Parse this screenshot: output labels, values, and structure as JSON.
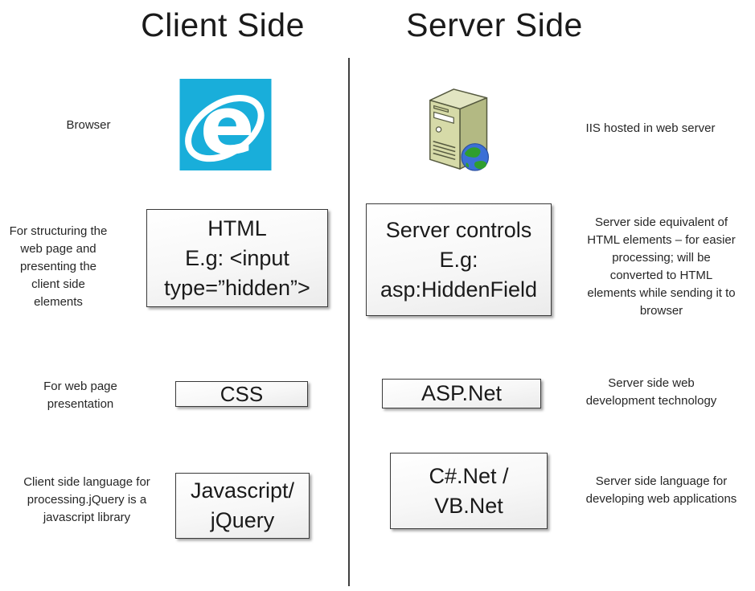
{
  "diagram": {
    "client": {
      "title": "Client Side",
      "rows": [
        {
          "label": "Browser",
          "icon": "internet-explorer-icon"
        },
        {
          "desc": "For structuring the\nweb page and\npresenting the\nclient side\nelements",
          "box": "HTML\nE.g: <input\ntype=”hidden”>"
        },
        {
          "desc": "For web page\npresentation",
          "box": "CSS"
        },
        {
          "desc": "Client side language for\nprocessing.jQuery is a\njavascript library",
          "box": "Javascript/\njQuery"
        }
      ]
    },
    "server": {
      "title": "Server Side",
      "rows": [
        {
          "label": "IIS hosted in web server",
          "icon": "web-server-icon"
        },
        {
          "box": "Server controls\nE.g:\nasp:HiddenField",
          "desc": "Server side equivalent of\nHTML elements – for easier\nprocessing; will be\nconverted to HTML\nelements while sending it to\nbrowser"
        },
        {
          "box": "ASP.Net",
          "desc": "Server side web\ndevelopment technology"
        },
        {
          "box": "C#.Net /\nVB.Net",
          "desc": "Server side language for\ndeveloping web applications"
        }
      ]
    }
  },
  "colors": {
    "ie_blue": "#19aeda",
    "server_top": "#e2e5c2",
    "server_front": "#d6daa8",
    "server_side": "#b3b983",
    "server_outline": "#55593f",
    "globe_water": "#3b6fd6",
    "globe_land": "#2f9e2f",
    "box_border": "#3a3a3a",
    "divider": "#3f3f3f",
    "text": "#262626"
  }
}
